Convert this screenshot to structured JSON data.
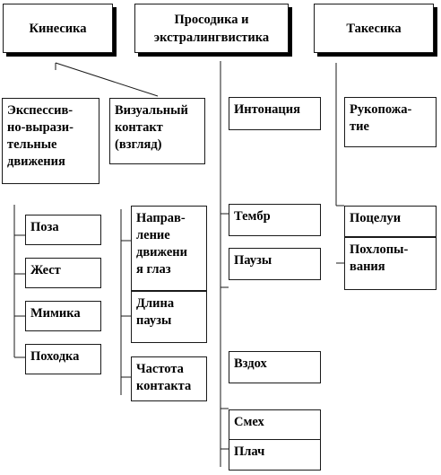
{
  "headers": {
    "kinesics": "Кинесика",
    "prosody": "Просодика и\nэкстралингвистика",
    "takesics": "Такесика"
  },
  "kinesics": {
    "expressive": "Экспессив-\nно-вырази-\nтельные\nдвижения",
    "visual": "Визуальный\nконтакт\n(взгляд)",
    "pose": "Поза",
    "gesture": "Жест",
    "mimicry": "Мимика",
    "gait": "Походка",
    "gaze_direction": "Направ-\nление\nдвижени\nя глаз",
    "pause_length": "Длина\nпаузы",
    "contact_frequency": "Частота\nконтакта"
  },
  "prosody": {
    "intonation": "Интонация",
    "timbre": "Тембр",
    "pauses": "Паузы",
    "sigh": "Вздох",
    "laughter": "Смех",
    "crying": "Плач"
  },
  "takesics": {
    "handshake": "Рукопожа-\nтие",
    "kisses": "Поцелуи",
    "pats": "Похлопы-\nвания"
  }
}
